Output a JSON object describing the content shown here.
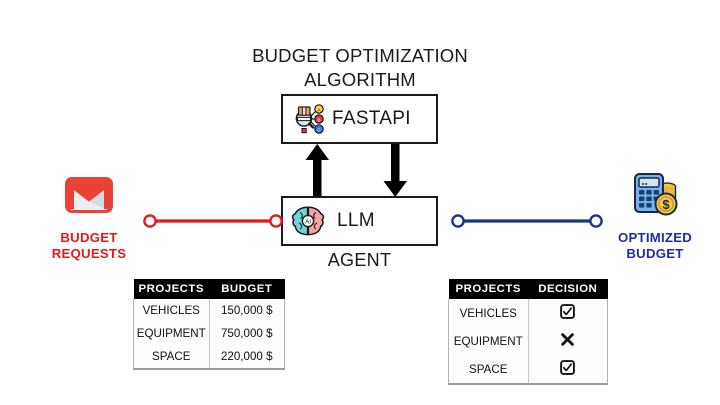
{
  "diagram": {
    "title": {
      "line1": "BUDGET OPTIMIZATION",
      "line2": "ALGORITHM"
    },
    "nodes": {
      "fastapi": {
        "label": "FASTAPI",
        "icon": "fastapi-icon",
        "caption": ""
      },
      "llm": {
        "label": "LLM",
        "icon": "ai-brain-icon",
        "caption": "AGENT"
      }
    },
    "endpoints": {
      "left": {
        "icon": "gmail-icon",
        "caption_line1": "BUDGET",
        "caption_line2": "REQUESTS",
        "color": "#e01b1b"
      },
      "right": {
        "icon": "calculator-coins-icon",
        "caption_line1": "OPTIMIZED",
        "caption_line2": "BUDGET",
        "color": "#1f2f9e"
      }
    },
    "connectors": {
      "left": {
        "name": "budget-requests-connector",
        "color": "#e01b1b"
      },
      "right": {
        "name": "optimized-budget-connector",
        "color": "#1f357f"
      }
    },
    "arrows": {
      "up": {
        "name": "llm-to-fastapi-arrow",
        "direction": "up",
        "color": "#000000"
      },
      "down": {
        "name": "fastapi-to-llm-arrow",
        "direction": "down",
        "color": "#000000"
      }
    }
  },
  "tables": {
    "budget": {
      "headers": [
        "PROJECTS",
        "BUDGET"
      ],
      "rows": [
        {
          "project": "VEHICLES",
          "value": "150,000 $"
        },
        {
          "project": "EQUIPMENT",
          "value": "750,000 $"
        },
        {
          "project": "SPACE",
          "value": "220,000 $"
        }
      ]
    },
    "decision": {
      "headers": [
        "PROJECTS",
        "DECISION"
      ],
      "rows": [
        {
          "project": "VEHICLES",
          "decision": "approved",
          "glyph": "checkbox-checked"
        },
        {
          "project": "EQUIPMENT",
          "decision": "rejected",
          "glyph": "cross-mark"
        },
        {
          "project": "SPACE",
          "decision": "approved",
          "glyph": "checkbox-checked"
        }
      ]
    }
  }
}
